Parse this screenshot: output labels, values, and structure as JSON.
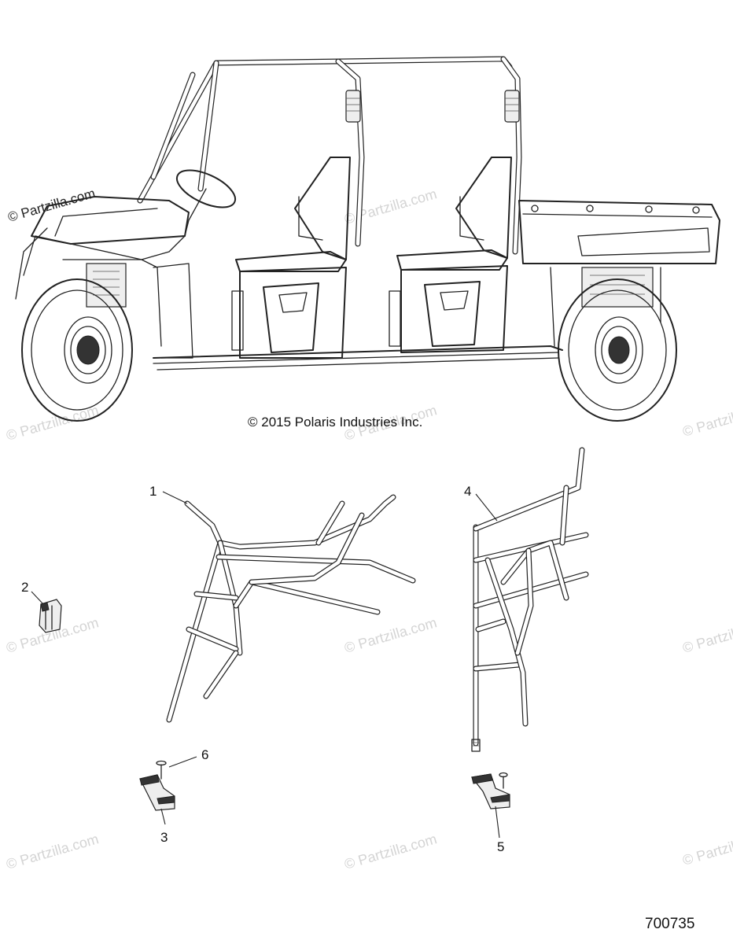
{
  "watermarks": {
    "primary": "© Partzilla.com",
    "faint": "© Partzilla.com"
  },
  "copyright": "© 2015 Polaris Industries Inc.",
  "diagram_number": "700735",
  "callouts": {
    "c1": "1",
    "c2": "2",
    "c3": "3",
    "c4": "4",
    "c5": "5",
    "c6": "6"
  }
}
